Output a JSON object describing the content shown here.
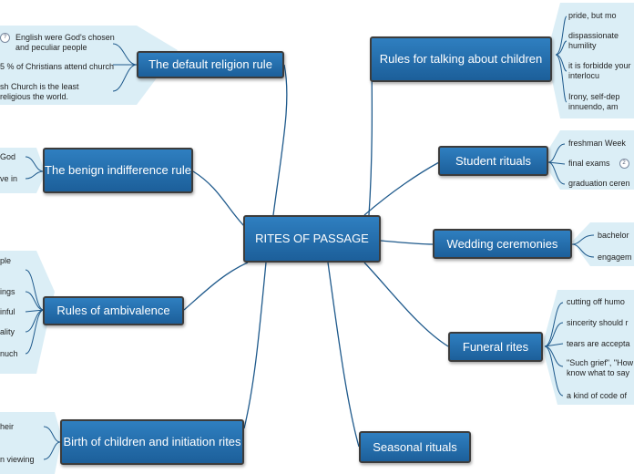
{
  "center": "RITES OF PASSAGE",
  "topics": {
    "default_religion": "The default religion rule",
    "benign_indifference": "The benign indifference rule",
    "ambivalence": "Rules of ambivalence",
    "birth": "Birth of children and initiation rites",
    "talking_children": "Rules for talking about children",
    "student": "Student rituals",
    "wedding": "Wedding ceremonies",
    "funeral": "Funeral rites",
    "seasonal": "Seasonal rituals"
  },
  "leaves": {
    "default_religion": [
      "English were God's chosen and peculiar people",
      "5 % of Christians attend church",
      "sh Church is the least religious the world."
    ],
    "default_religion_badge": "?",
    "benign_indifference": [
      "God",
      "ve in"
    ],
    "ambivalence": [
      "ple",
      "ings",
      "inful",
      "ality",
      "nuch"
    ],
    "birth": [
      "heir",
      "n viewing"
    ],
    "talking_children": [
      "pride, but mo",
      "dispassionate humility",
      "it is forbidde your interlocu",
      "Irony, self-dep innuendo, am"
    ],
    "student": [
      "freshman Week",
      "final exams",
      "graduation ceren"
    ],
    "student_badge": "2",
    "wedding": [
      "bachelor",
      "engagem"
    ],
    "funeral": [
      "cutting off humo",
      "sincerity should r",
      "tears are accepta",
      "\"Such grief\", \"How know what to say",
      "a kind of code of"
    ]
  }
}
